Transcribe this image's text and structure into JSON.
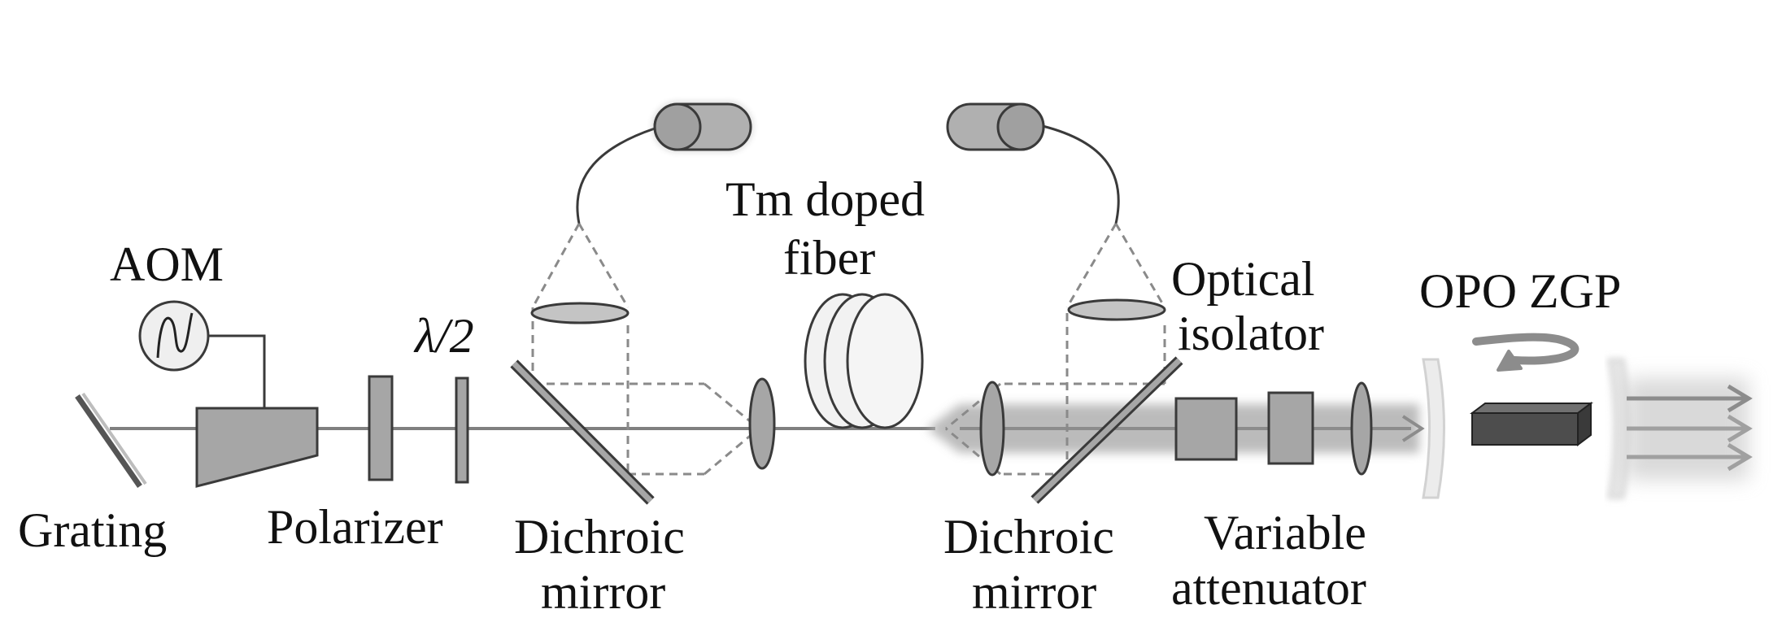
{
  "labels": {
    "aom": "AOM",
    "half_wave_plate": "λ/2",
    "tm_doped_fiber_line1": "Tm doped",
    "tm_doped_fiber_line2": "fiber",
    "optical_isolator_line1": "Optical",
    "optical_isolator_line2": "isolator",
    "opo_zgp": "OPO ZGP",
    "grating": "Grating",
    "polarizer": "Polarizer",
    "dichroic_mirror_1_line1": "Dichroic",
    "dichroic_mirror_1_line2": "mirror",
    "dichroic_mirror_2_line1": "Dichroic",
    "dichroic_mirror_2_line2": "mirror",
    "variable_attenuator_line1": "Variable",
    "variable_attenuator_line2": "attenuator"
  },
  "colors": {
    "component_fill": "#a6a6a6",
    "component_stroke": "#3a3a3a",
    "beam": "#7f7f7f",
    "amplified_beam": "#b3b3b3",
    "crystal": "#4d4d4d",
    "background": "#ffffff"
  }
}
